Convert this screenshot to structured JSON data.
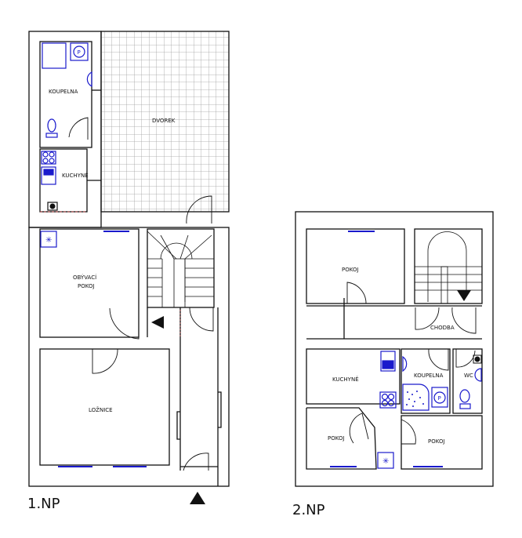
{
  "floor_1": {
    "sheet_label": "1.NP",
    "rooms": {
      "bathroom": "KOUPELNA",
      "courtyard": "DVOREK",
      "kitchen": "KUCHYNĚ",
      "living_line1": "OBÝVACÍ",
      "living_line2": "POKOJ",
      "bedroom": "LOŽNICE"
    },
    "fixtures": {
      "washer_glyph": "P"
    }
  },
  "floor_2": {
    "sheet_label": "2.NP",
    "rooms": {
      "room_top": "POKOJ",
      "hallway": "CHODBA",
      "kitchen": "KUCHYNĚ",
      "bathroom": "KOUPELNA",
      "wc": "WC",
      "room_bottom_left": "POKOJ",
      "room_bottom_right": "POKOJ"
    },
    "fixtures": {
      "washer_glyph": "P"
    }
  },
  "colors": {
    "wall": "#111111",
    "fixture": "#1a1acc",
    "grid": "#9a9a9a",
    "dashed": "#e05050"
  }
}
